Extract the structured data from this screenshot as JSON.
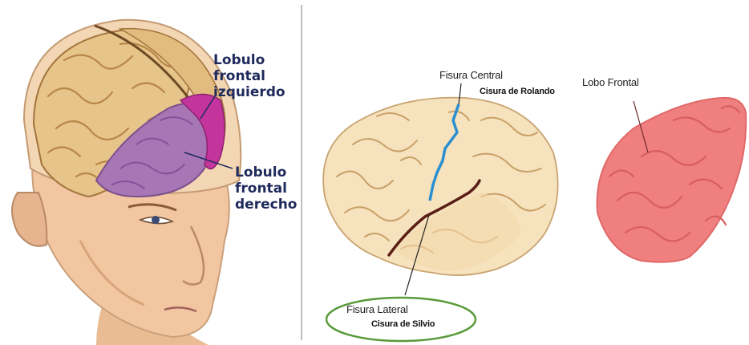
{
  "left_panel": {
    "label_left_lobe": [
      "Lobulo",
      "frontal",
      "izquierdo"
    ],
    "label_right_lobe": [
      "Lobulo",
      "frontal",
      "derecho"
    ]
  },
  "middle_panel": {
    "central_fissure": "Fisura Central",
    "rolando": "Cisura de Rolando",
    "lateral_fissure": "Fisura Lateral",
    "silvio": "Cisura de Silvio"
  },
  "right_panel": {
    "frontal_lobe": "Lobo Frontal"
  },
  "colors": {
    "brain_tan": "#e7c48a",
    "frontal_purple": "#a777b5",
    "frontal_magenta": "#c3359c",
    "fissure_blue": "#2a8fd0",
    "fissure_maroon": "#5a1e16",
    "lobe_red": "#f07f7f",
    "ellipse_green": "#5a9a3a",
    "label_navy": "#1f2a5c"
  }
}
